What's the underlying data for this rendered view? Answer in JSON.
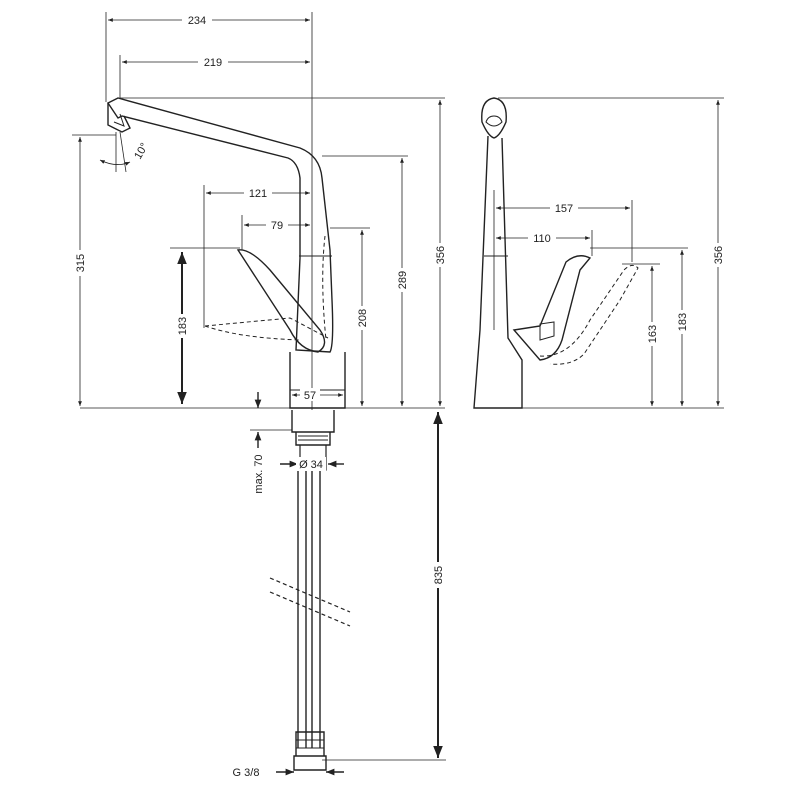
{
  "dimensions": {
    "front_spout_reach": "234",
    "front_spout_reach_inner": "219",
    "front_lever_121": "121",
    "front_lever_79": "79",
    "front_base_57": "57",
    "front_height_315": "315",
    "front_height_183": "183",
    "front_height_208": "208",
    "front_height_289": "289",
    "front_height_356": "356",
    "spray_angle": "10°",
    "deck_thickness": "max. 70",
    "shank_diameter": "Ø 34",
    "hose_length": "835",
    "connection": "G 3/8",
    "side_157": "157",
    "side_110": "110",
    "side_163": "163",
    "side_183": "183",
    "side_356": "356"
  }
}
